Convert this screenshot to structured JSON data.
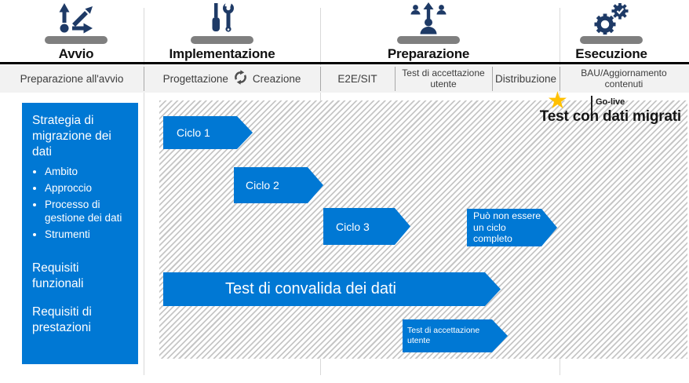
{
  "colors": {
    "primary_blue": "#0078d4",
    "icon_navy": "#1e3a66",
    "star_gold": "#ffc000",
    "strip_gray": "#f2f2f2",
    "podium_gray": "#7f7f7f"
  },
  "phases": {
    "avvio": {
      "label": "Avvio",
      "sub": "Preparazione all'avvio",
      "icon": "scatter-arrows-icon"
    },
    "implementazione": {
      "label": "Implementazione",
      "sub_left": "Progettazione",
      "sub_right": "Creazione",
      "icon": "tools-icon",
      "sync_glyph": "iteration"
    },
    "preparazione": {
      "label": "Preparazione",
      "sub_e2e": "E2E/SIT",
      "sub_uat": "Test di accettazione utente",
      "sub_dist": "Distribuzione",
      "icon": "people-promote-icon"
    },
    "esecuzione": {
      "label": "Esecuzione",
      "sub": "BAU/Aggiornamento contenuti",
      "icon": "gears-check-icon"
    }
  },
  "sidebar": {
    "heading": "Strategia di migrazione dei dati",
    "bullets": [
      "Ambito",
      "Approccio",
      "Processo di gestione dei dati",
      "Strumenti"
    ],
    "req_func": "Requisiti funzionali",
    "req_perf": "Requisiti di prestazioni"
  },
  "timeline": {
    "cycle1": "Ciclo 1",
    "cycle2": "Ciclo 2",
    "cycle3": "Ciclo 3",
    "partial_note": "Può non essere un ciclo completo",
    "validation": "Test di convalida dei dati",
    "uat": "Test di accettazione utente",
    "golive": "Go-live",
    "star_glyph": "★",
    "title": "Test con dati migrati"
  }
}
